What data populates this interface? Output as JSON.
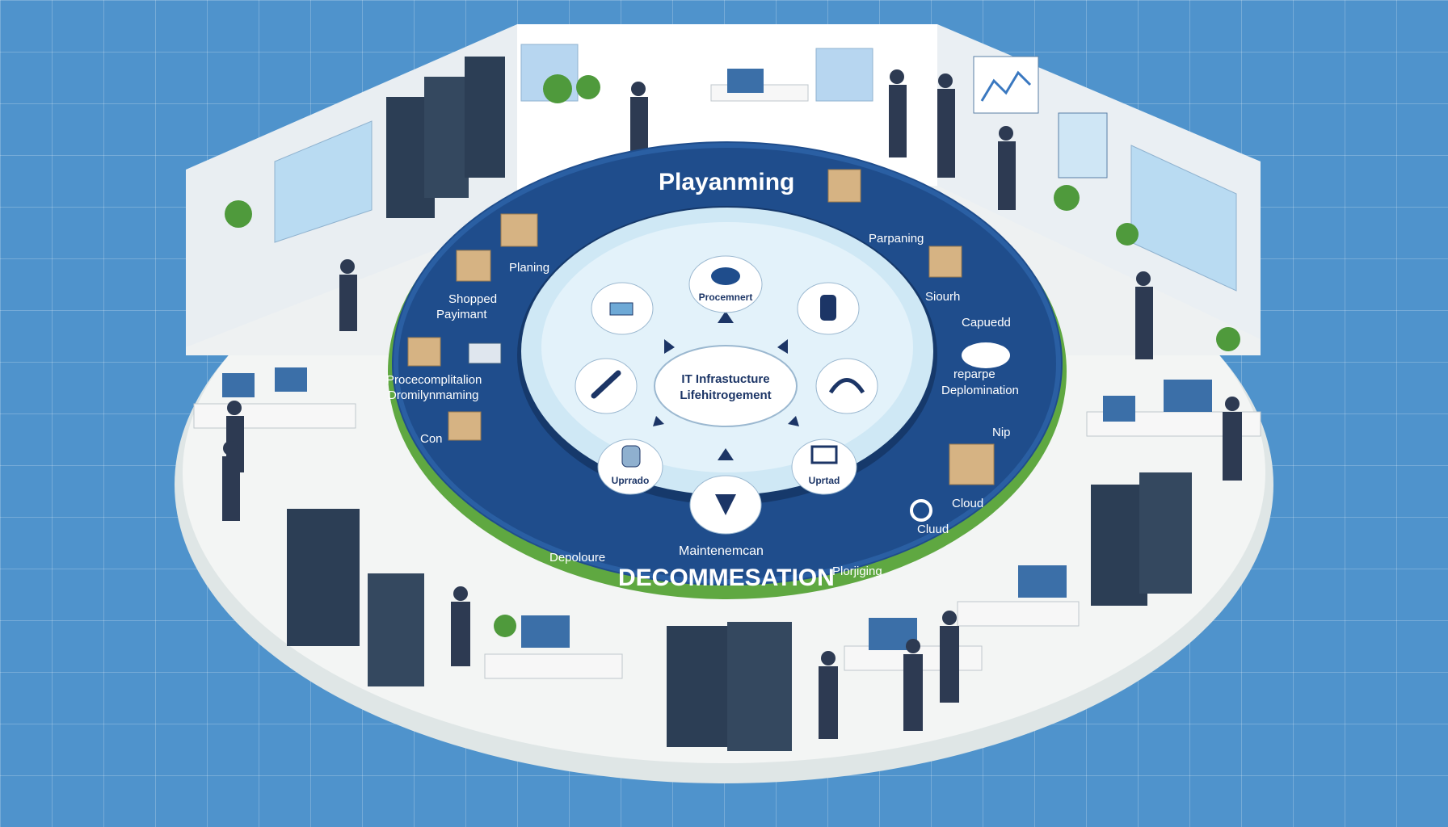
{
  "diagram": {
    "hub": {
      "line1": "IT Infrastucture",
      "line2": "Lifehitrogement"
    },
    "ring_labels": {
      "top": "Playanming",
      "bottom": "DECOMMESATION",
      "maintenance": "Maintenemcan",
      "left_planing": "Planing",
      "left_shopped": "Shopped",
      "left_payment": "Payimant",
      "left_proc1": "Procecomplitalion",
      "left_proc2": "Dromilynmaming",
      "left_con": "Con",
      "left_depoloure": "Depoloure",
      "right_parpaning": "Parpaning",
      "right_siourh": "Siourh",
      "right_capuedd": "Capuedd",
      "right_reparpe": "reparpe",
      "right_deploma": "Deplomination",
      "right_nip": "Nip",
      "right_cloud1": "Cloud",
      "right_cloud2": "Cluud",
      "right_ploryging": "Plorjiging"
    },
    "nodes": [
      {
        "id": "procurement",
        "label": "Procemnert",
        "icon": "cloud-icon"
      },
      {
        "id": "wrench",
        "label": "",
        "icon": "wrench-icon"
      },
      {
        "id": "upgrade-left",
        "label": "Uprrado",
        "icon": "database-icon"
      },
      {
        "id": "down",
        "label": "",
        "icon": "arrow-down-icon"
      },
      {
        "id": "upgrade-right",
        "label": "Uprtad",
        "icon": "cart-icon"
      },
      {
        "id": "curve",
        "label": "",
        "icon": "curved-arrow-icon"
      },
      {
        "id": "tool",
        "label": "",
        "icon": "tool-icon"
      },
      {
        "id": "box",
        "label": "",
        "icon": "box-icon"
      }
    ]
  },
  "colors": {
    "background": "#4f93cc",
    "ring": "#1f4d8c",
    "inner": "#cfe8f5",
    "floor": "#f2f5f4",
    "node": "#ffffff",
    "accent_navy": "#1c3566"
  }
}
